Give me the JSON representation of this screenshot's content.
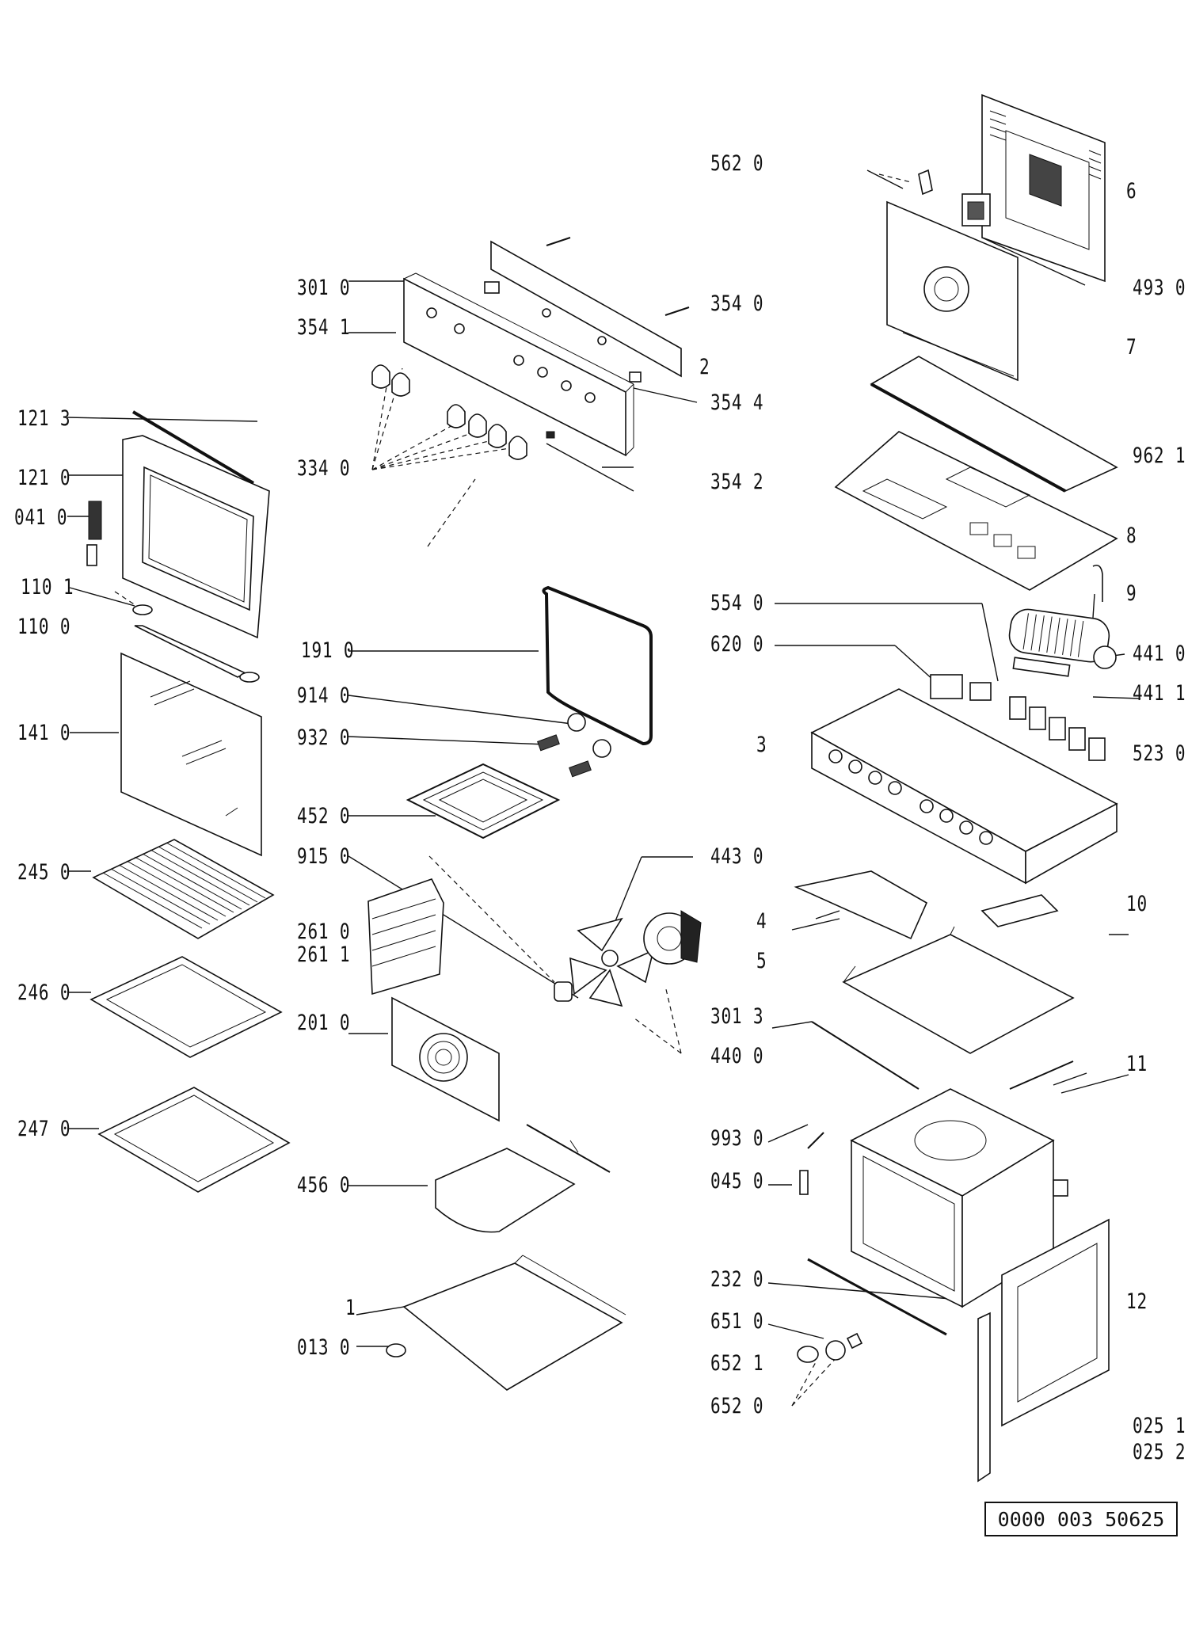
{
  "labels": {
    "l5620": "562 0",
    "l6": "6",
    "l3010": "301 0",
    "l3540": "354 0",
    "l4930": "493 0",
    "l3541": "354 1",
    "l7": "7",
    "l2": "2",
    "l3544": "354 4",
    "l1213": "121 3",
    "l9621": "962 1",
    "l1210": "121 0",
    "l3340": "334 0",
    "l3542": "354 2",
    "l0410": "041 0",
    "l8": "8",
    "l1101": "110 1",
    "l9": "9",
    "l5540": "554 0",
    "l1100": "110 0",
    "l6200": "620 0",
    "l1910": "191 0",
    "l4410": "441 0",
    "l4411": "441 1",
    "l9140": "914 0",
    "l1410": "141 0",
    "l9320": "932 0",
    "l3": "3",
    "l5230": "523 0",
    "l4520": "452 0",
    "l9150": "915 0",
    "l4430": "443 0",
    "l2450": "245 0",
    "l10": "10",
    "l4": "4",
    "l2610": "261 0",
    "l2611": "261 1",
    "l5": "5",
    "l2460": "246 0",
    "l2010": "201 0",
    "l3013": "301 3",
    "l4400": "440 0",
    "l11": "11",
    "l2470": "247 0",
    "l9930": "993 0",
    "l4560": "456 0",
    "l0450": "045 0",
    "l2320": "232 0",
    "l12": "12",
    "l1": "1",
    "l6510": "651 0",
    "l0130": "013 0",
    "l6521": "652 1",
    "l6520": "652 0",
    "l0251": "025 1",
    "l0252": "025 2"
  },
  "doc_number": "0000 003 50625"
}
